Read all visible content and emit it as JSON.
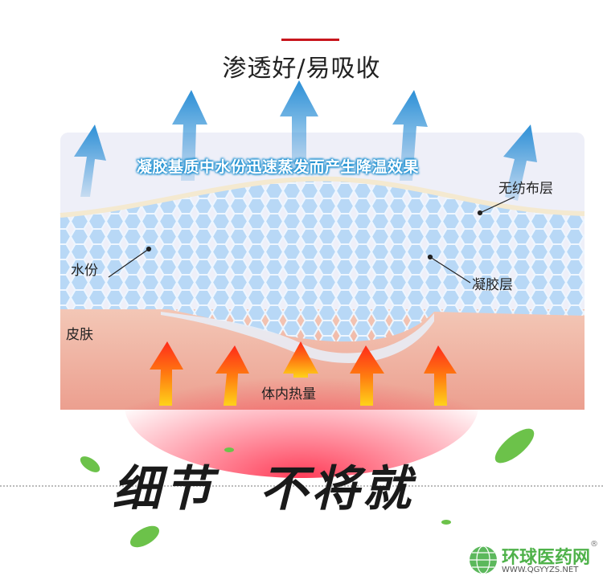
{
  "title": "渗透好/易吸收",
  "diagram": {
    "gel_caption": "凝胶基质中水份迅速蒸发而产生降温效果",
    "labels": {
      "nonwoven": "无纺布层",
      "water": "水份",
      "gel": "凝胶层",
      "skin": "皮肤",
      "body_heat": "体内热量"
    }
  },
  "slogan": [
    "细节",
    "不将就"
  ],
  "watermark": {
    "name": "环球医药网",
    "url": "WWW.QGYYZS.NET",
    "reg": "®"
  },
  "colors": {
    "accent": "#c8161d",
    "leaf": "#5cb85c",
    "gel": "#a9cdf0",
    "skin": "#f1b9a6"
  }
}
